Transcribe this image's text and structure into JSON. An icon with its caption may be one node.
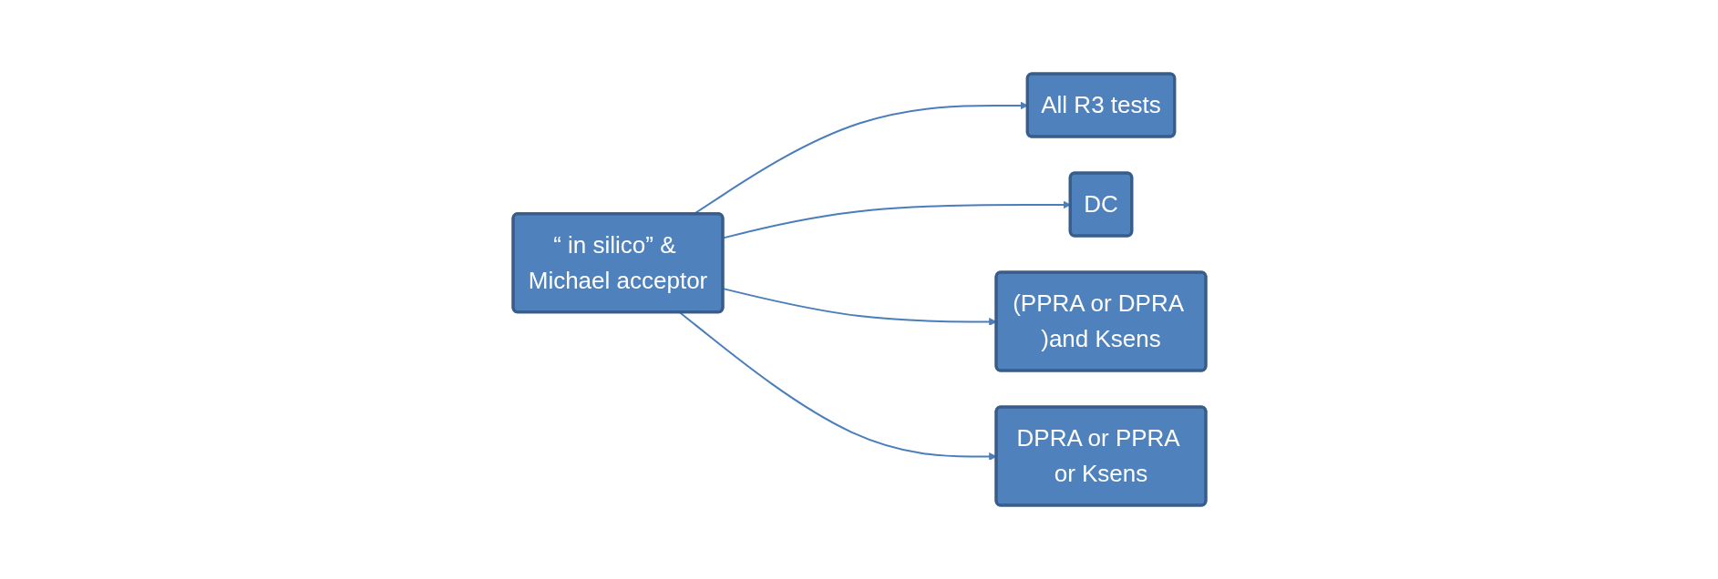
{
  "diagram": {
    "nodes": [
      {
        "text": [
          "“ in silico” & Michael acceptor"
        ]
      },
      {
        "text": [
          "All  R3 tests"
        ]
      },
      {
        "text": [
          "DC"
        ]
      },
      {
        "text": [
          "(PPRA or DPRA )and Ksens"
        ]
      },
      {
        "text": [
          "DPRA or PPRA or Ksens"
        ]
      }
    ],
    "edges": [
      {
        "from": 0,
        "to": 1,
        "arrow": "to"
      },
      {
        "from": 0,
        "to": 2,
        "arrow": "to"
      },
      {
        "from": 0,
        "to": 3,
        "arrow": "to"
      },
      {
        "from": 0,
        "to": 4,
        "arrow": "to"
      }
    ]
  }
}
